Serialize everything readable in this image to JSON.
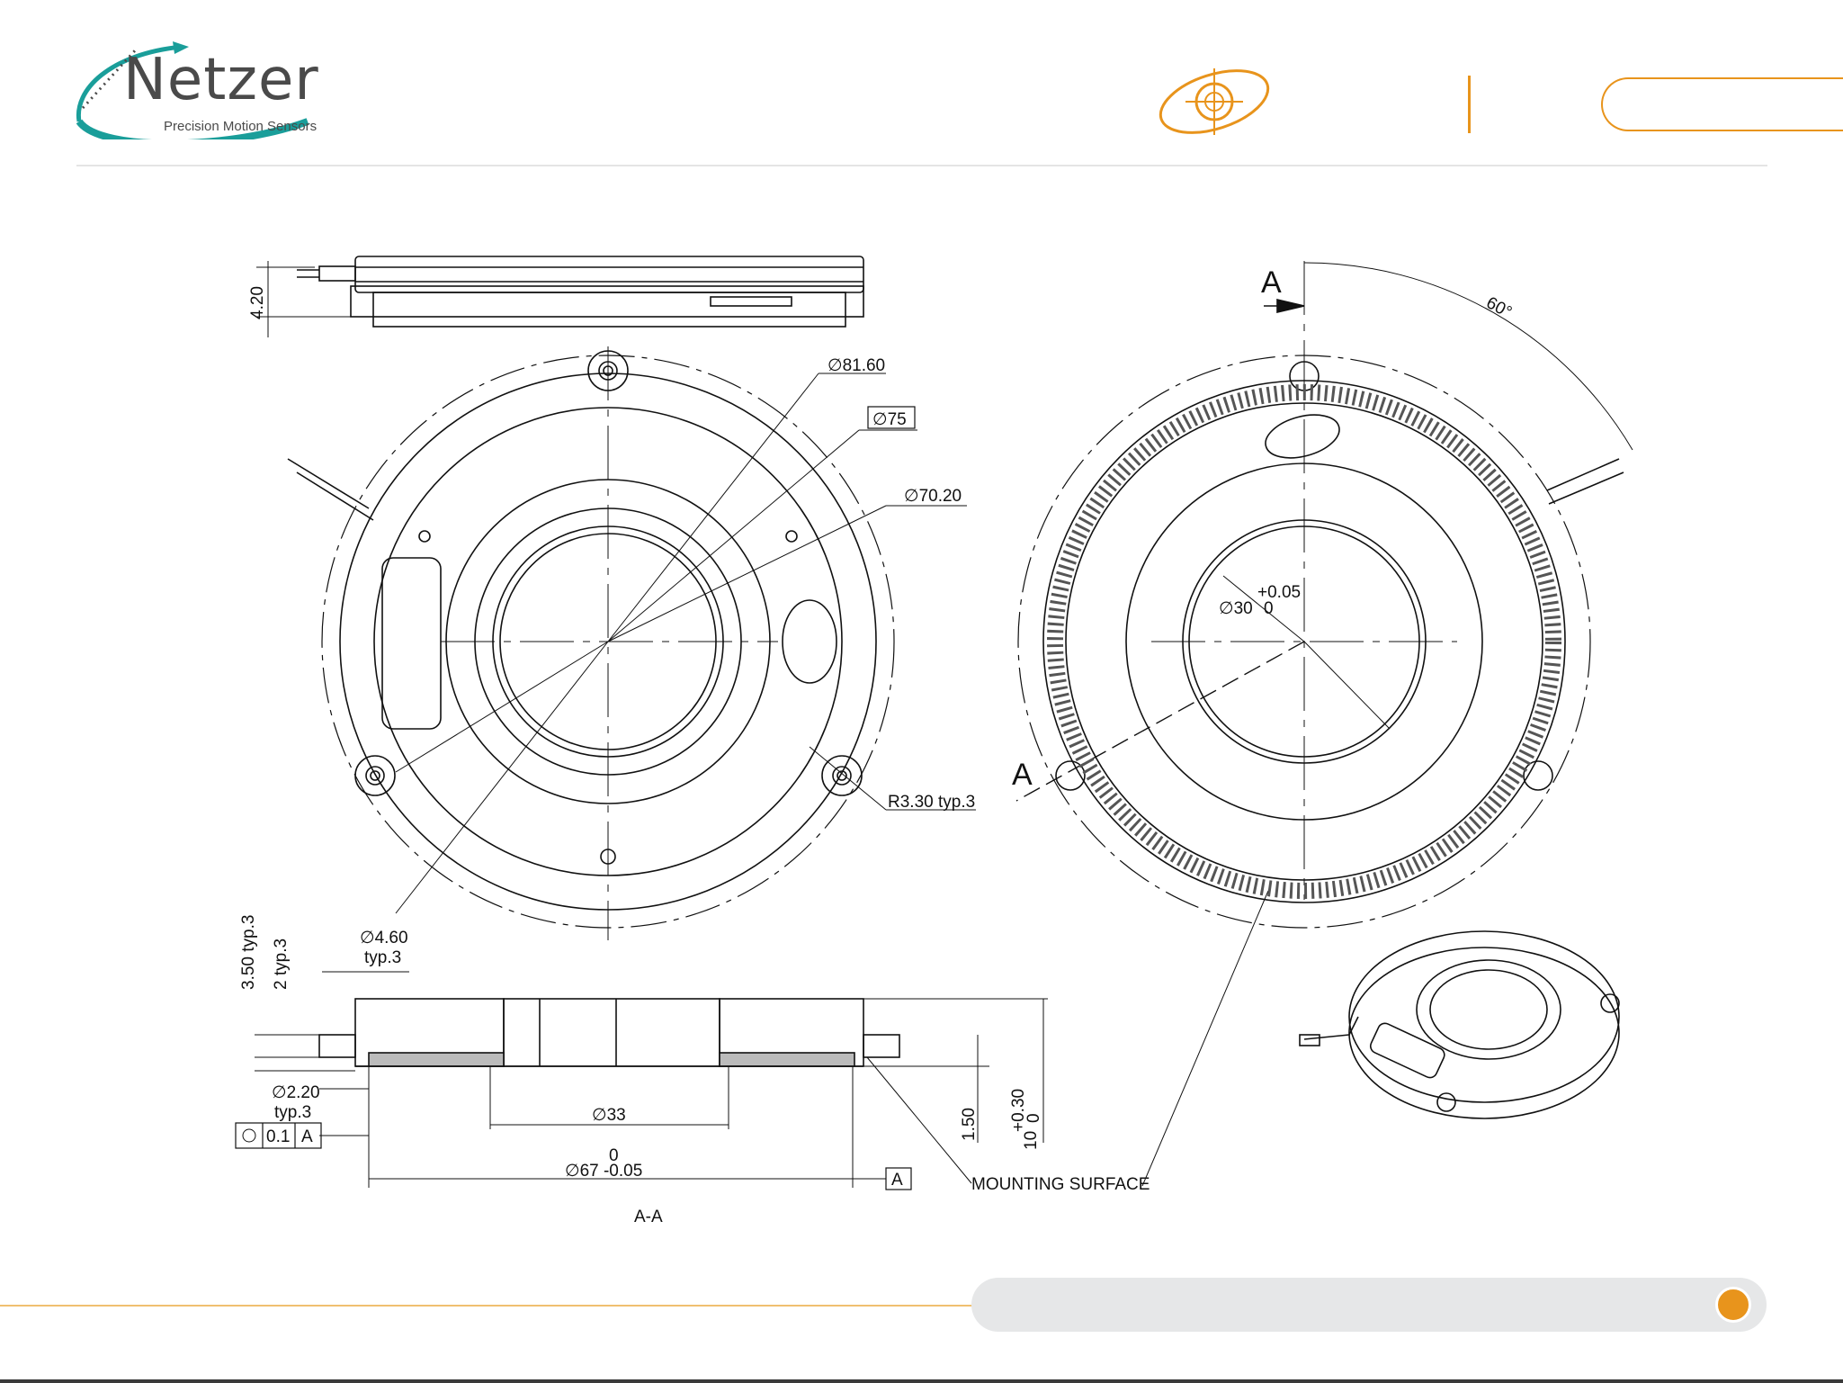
{
  "brand": {
    "name": "Netzer",
    "tagline": "Precision Motion Sensors",
    "colors": {
      "teal": "#1a9e9a",
      "orange": "#e8941c",
      "gray": "#4a4a4a"
    }
  },
  "header": {
    "icon": "target-crosshair-icon"
  },
  "drawing": {
    "top_view": {
      "dim_height": "4.20",
      "dim_d1": "81.60",
      "dim_d2": "75",
      "dim_d3": "70.20",
      "dim_radius": "R3.30 typ.3"
    },
    "right_view": {
      "section_label": "A",
      "angle": "60°",
      "bore_dim": "30",
      "bore_tol_upper": "+0.05",
      "bore_tol_lower": "0"
    },
    "section_view": {
      "dim_depth": "3.50 typ.3",
      "dim_cbore_depth": "2 typ.3",
      "dim_cbore_dia": "4.60",
      "dim_cbore_typ": "typ.3",
      "dim_hole_dia": "2.20",
      "dim_hole_typ": "typ.3",
      "fcf_tol": "0.1",
      "fcf_datum": "A",
      "dim_inner": "33",
      "dim_outer": "67 -0.05",
      "dim_outer_upper": "0",
      "datum_label": "A",
      "dim_step": "1.50",
      "dim_total": "10",
      "dim_total_tol_upper": "+0.30",
      "dim_total_tol_lower": "0",
      "mounting_label": "MOUNTING SURFACE",
      "section_caption": "A-A"
    },
    "diameter_symbol": "∅"
  }
}
